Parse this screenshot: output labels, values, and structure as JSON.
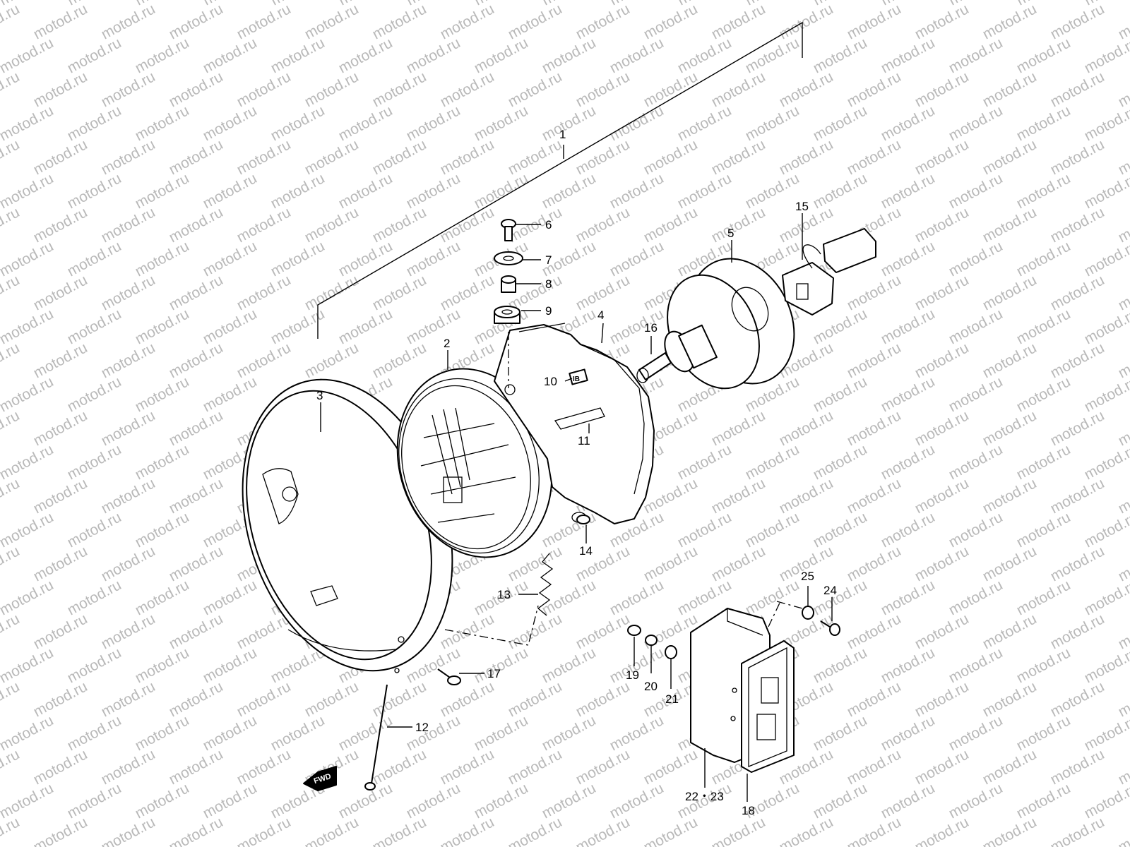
{
  "watermark": "motod.ru",
  "fwd_label": "FWD",
  "bracket_code": "IB",
  "callouts": [
    {
      "id": "1",
      "text": "1"
    },
    {
      "id": "2",
      "text": "2"
    },
    {
      "id": "3",
      "text": "3"
    },
    {
      "id": "4",
      "text": "4"
    },
    {
      "id": "5",
      "text": "5"
    },
    {
      "id": "6",
      "text": "6"
    },
    {
      "id": "7",
      "text": "7"
    },
    {
      "id": "8",
      "text": "8"
    },
    {
      "id": "9",
      "text": "9"
    },
    {
      "id": "10",
      "text": "10"
    },
    {
      "id": "11",
      "text": "11"
    },
    {
      "id": "12",
      "text": "12"
    },
    {
      "id": "13",
      "text": "13"
    },
    {
      "id": "14",
      "text": "14"
    },
    {
      "id": "15",
      "text": "15"
    },
    {
      "id": "16",
      "text": "16"
    },
    {
      "id": "17",
      "text": "17"
    },
    {
      "id": "18",
      "text": "18"
    },
    {
      "id": "19",
      "text": "19"
    },
    {
      "id": "20",
      "text": "20"
    },
    {
      "id": "21",
      "text": "21"
    },
    {
      "id": "22-23",
      "text": "22・23"
    },
    {
      "id": "24",
      "text": "24"
    },
    {
      "id": "25",
      "text": "25"
    }
  ]
}
